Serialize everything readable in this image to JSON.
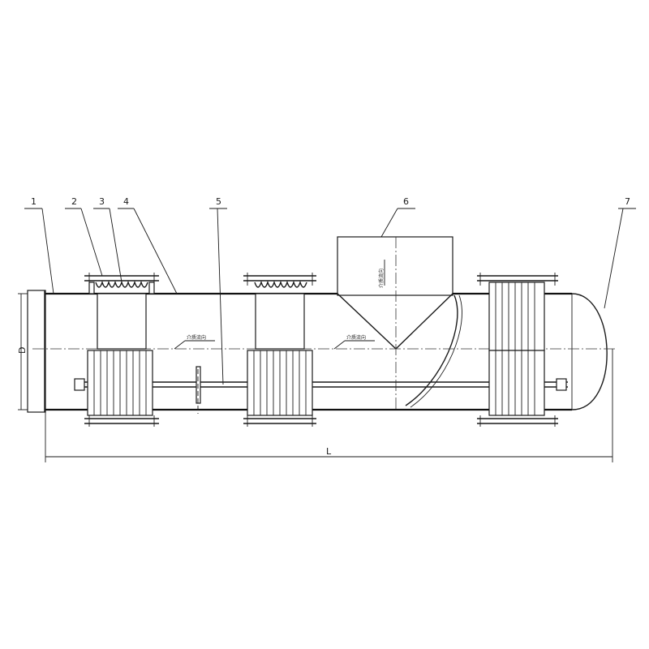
{
  "drawing": {
    "part_labels": [
      "1",
      "2",
      "3",
      "4",
      "5",
      "6",
      "7"
    ],
    "dimension_diameter": "D",
    "dimension_length": "L",
    "flow_direction_text": "介质流向"
  }
}
